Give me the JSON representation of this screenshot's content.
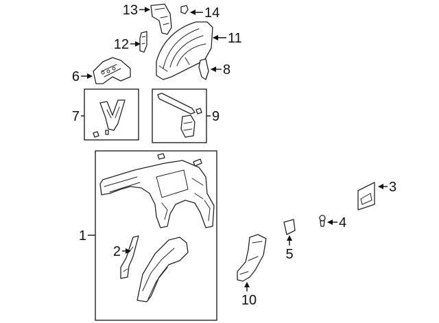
{
  "diagram": {
    "callouts": [
      {
        "id": "1",
        "label": "1"
      },
      {
        "id": "2",
        "label": "2"
      },
      {
        "id": "3",
        "label": "3"
      },
      {
        "id": "4",
        "label": "4"
      },
      {
        "id": "5",
        "label": "5"
      },
      {
        "id": "6",
        "label": "6"
      },
      {
        "id": "7",
        "label": "7"
      },
      {
        "id": "8",
        "label": "8"
      },
      {
        "id": "9",
        "label": "9"
      },
      {
        "id": "10",
        "label": "10"
      },
      {
        "id": "11",
        "label": "11"
      },
      {
        "id": "12",
        "label": "12"
      },
      {
        "id": "13",
        "label": "13"
      },
      {
        "id": "14",
        "label": "14"
      }
    ],
    "colors": {
      "line": "#222222",
      "background": "#ffffff"
    }
  }
}
